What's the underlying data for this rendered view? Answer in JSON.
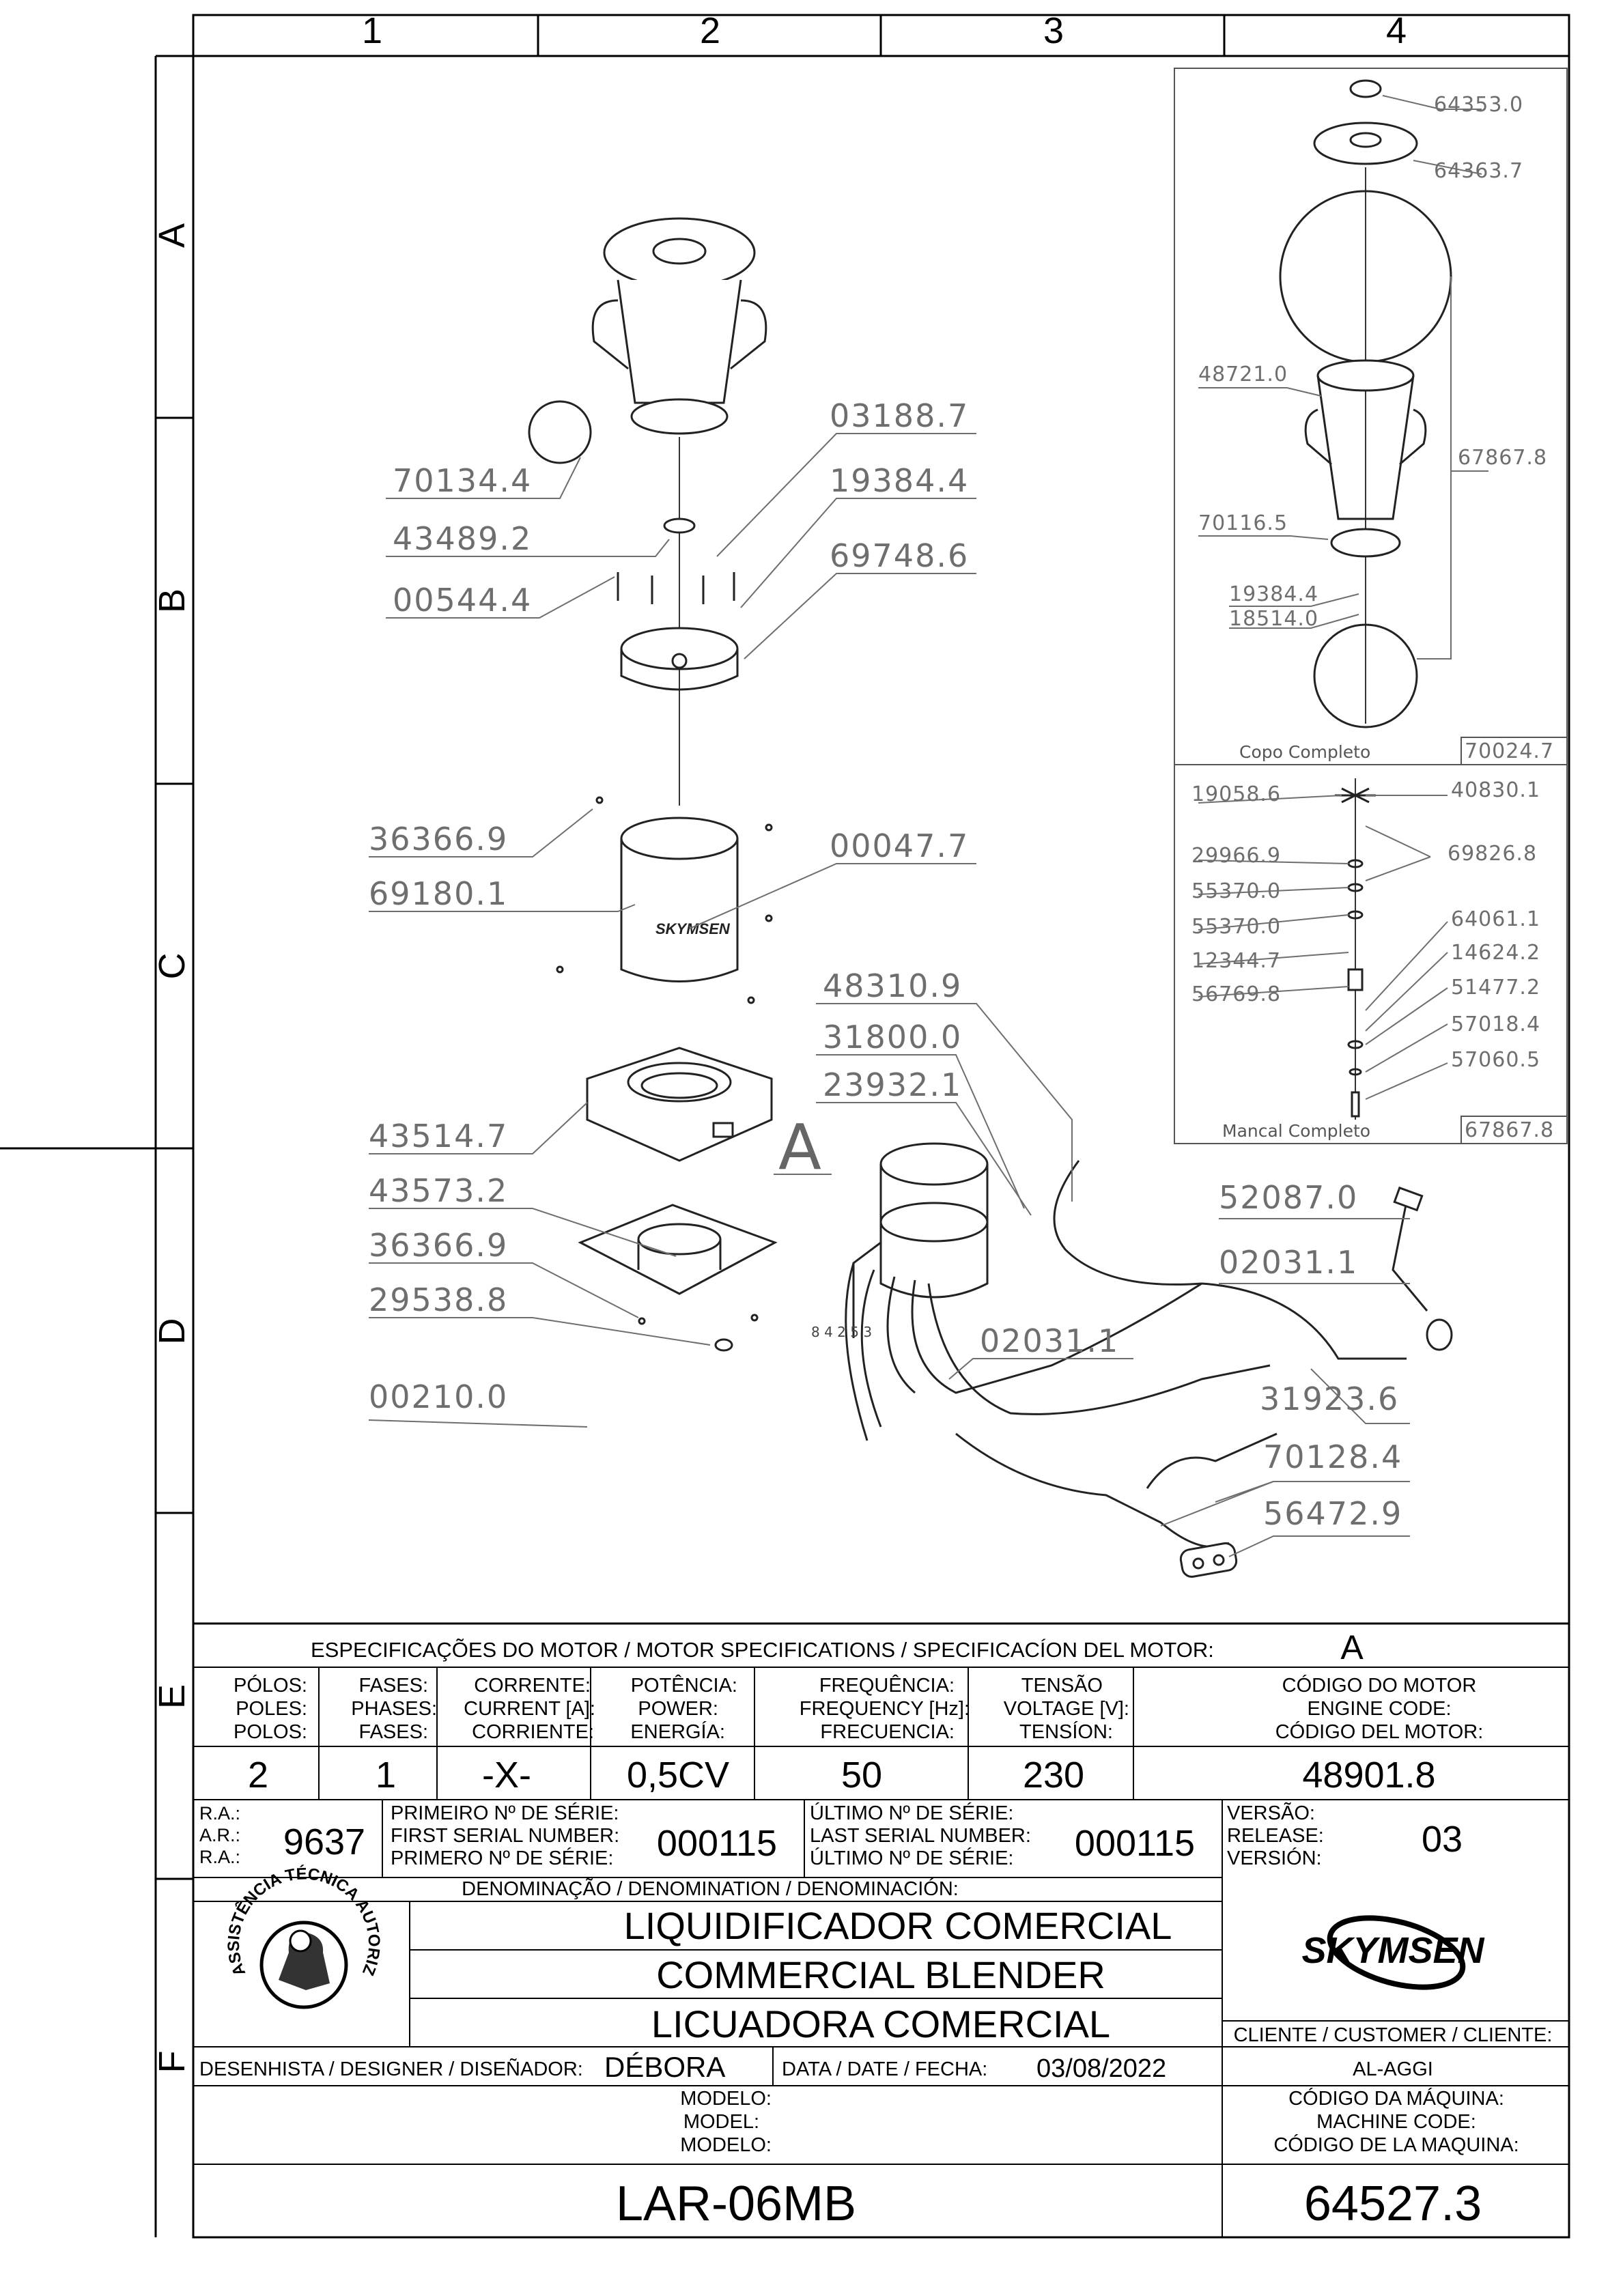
{
  "grid": {
    "columns": [
      "1",
      "2",
      "3",
      "4"
    ],
    "rows": [
      "A",
      "B",
      "C",
      "D",
      "E",
      "F"
    ]
  },
  "callouts_main": {
    "c01": "70134.4",
    "c02": "43489.2",
    "c03": "00544.4",
    "c04": "03188.7",
    "c05": "19384.4",
    "c06": "69748.6",
    "c07": "36366.9",
    "c08": "69180.1",
    "c09": "00047.7",
    "c10": "43514.7",
    "c11": "43573.2",
    "c12": "36366.9",
    "c13": "29538.8",
    "c14": "00210.0",
    "c15": "48310.9",
    "c16": "31800.0",
    "c17": "23932.1",
    "c18": "52087.0",
    "c19": "02031.1",
    "c20": "02031.1",
    "c21": "31923.6",
    "c22": "70128.4",
    "c23": "56472.9"
  },
  "view_letter": "A",
  "wire_numbers": "8 4 2 5 3",
  "detail_copo": {
    "labels": [
      "64353.0",
      "64363.7",
      "48721.0",
      "67867.8",
      "70116.5",
      "19384.4",
      "18514.0"
    ],
    "caption": "Copo Completo",
    "code": "70024.7"
  },
  "detail_mancal": {
    "labels_left": [
      "19058.6",
      "29966.9",
      "55370.0",
      "55370.0",
      "12344.7",
      "56769.8"
    ],
    "labels_right": [
      "40830.1",
      "69826.8",
      "64061.1",
      "14624.2",
      "51477.2",
      "57018.4",
      "57060.5"
    ],
    "caption": "Mancal Completo",
    "code": "67867.8"
  },
  "motor_specs": {
    "title": "ESPECIFICAÇÕES DO MOTOR / MOTOR SPECIFICATIONS / SPECIFICACÍON DEL MOTOR:",
    "motor_letter": "A",
    "columns": [
      {
        "h1": "PÓLOS:",
        "h2": "POLES:",
        "h3": "POLOS:",
        "value": "2"
      },
      {
        "h1": "FASES:",
        "h2": "PHASES:",
        "h3": "FASES:",
        "value": "1"
      },
      {
        "h1": "CORRENTE:",
        "h2": "CURRENT [A]:",
        "h3": "CORRIENTE:",
        "value": "-X-"
      },
      {
        "h1": "POTÊNCIA:",
        "h2": "POWER:",
        "h3": "ENERGÍA:",
        "value": "0,5CV"
      },
      {
        "h1": "FREQUÊNCIA:",
        "h2": "FREQUENCY [Hz]:",
        "h3": "FRECUENCIA:",
        "value": "50"
      },
      {
        "h1": "TENSÃO",
        "h2": "VOLTAGE [V]:",
        "h3": "TENSÍON:",
        "value": "230"
      },
      {
        "h1": "CÓDIGO DO MOTOR",
        "h2": "ENGINE CODE:",
        "h3": "CÓDIGO DEL MOTOR:",
        "value": "48901.8"
      }
    ]
  },
  "serial": {
    "ra_1": "R.A.:",
    "ra_2": "A.R.:",
    "ra_3": "R.A.:",
    "ra_value": "9637",
    "first_1": "PRIMEIRO Nº DE SÉRIE:",
    "first_2": "FIRST SERIAL NUMBER:",
    "first_3": "PRIMERO Nº DE SÉRIE:",
    "first_value": "000115",
    "last_1": "ÚLTIMO Nº DE SÉRIE:",
    "last_2": "LAST SERIAL NUMBER:",
    "last_3": "ÚLTIMO Nº DE SÉRIE:",
    "last_value": "000115",
    "ver_1": "VERSÃO:",
    "ver_2": "RELEASE:",
    "ver_3": "VERSIÓN:",
    "ver_value": "03"
  },
  "denomination": {
    "header": "DENOMINAÇÃO / DENOMINATION / DENOMINACIÓN:",
    "pt": "LIQUIDIFICADOR COMERCIAL",
    "en": "COMMERCIAL BLENDER",
    "es": "LICUADORA COMERCIAL"
  },
  "seal": {
    "text": "ASSISTÊNCIA TÉCNICA AUTORIZADA"
  },
  "brand": {
    "logo_text": "SKYMSEN"
  },
  "client": {
    "label": "CLIENTE / CUSTOMER / CLIENTE:",
    "value": "AL-AGGI"
  },
  "designer": {
    "label": "DESENHISTA / DESIGNER / DISEÑADOR:",
    "value": "DÉBORA"
  },
  "date": {
    "label": "DATA / DATE / FECHA:",
    "value": "03/08/2022"
  },
  "model": {
    "label_1": "MODELO:",
    "label_2": "MODEL:",
    "label_3": "MODELO:",
    "value": "LAR-06MB"
  },
  "machine_code": {
    "label_1": "CÓDIGO DA MÁQUINA:",
    "label_2": "MACHINE CODE:",
    "label_3": "CÓDIGO DE LA MAQUINA:",
    "value": "64527.3"
  }
}
